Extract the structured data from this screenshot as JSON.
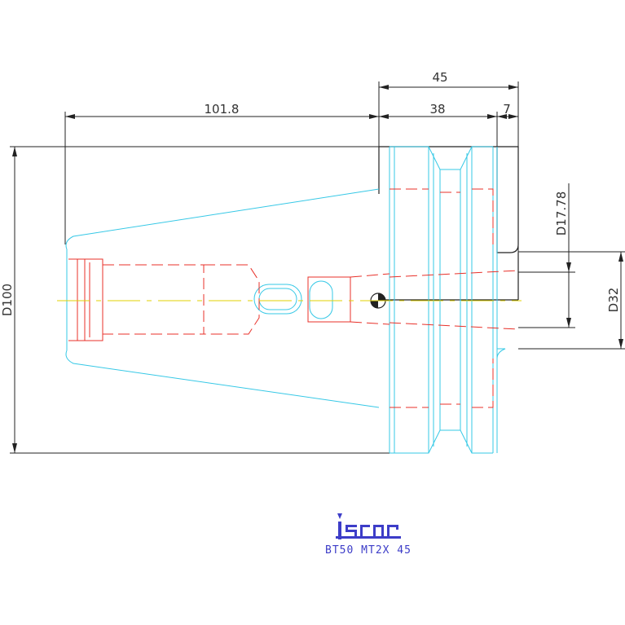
{
  "dimensions": {
    "overall_length": "101.8",
    "flange_total": "45",
    "flange_body": "38",
    "flange_step": "7",
    "flange_diameter": "D100",
    "bore_diameter": "D17.78",
    "shank_diameter": "D32"
  },
  "brand": {
    "logo_text": "iscar"
  },
  "caption": "BT50 MT2X 45",
  "colors": {
    "dimension": "#222222",
    "hidden_lines": "#e8312a",
    "contour": "#36c8e6",
    "centerline": "#e0d000",
    "caption": "#3d3dc8"
  }
}
